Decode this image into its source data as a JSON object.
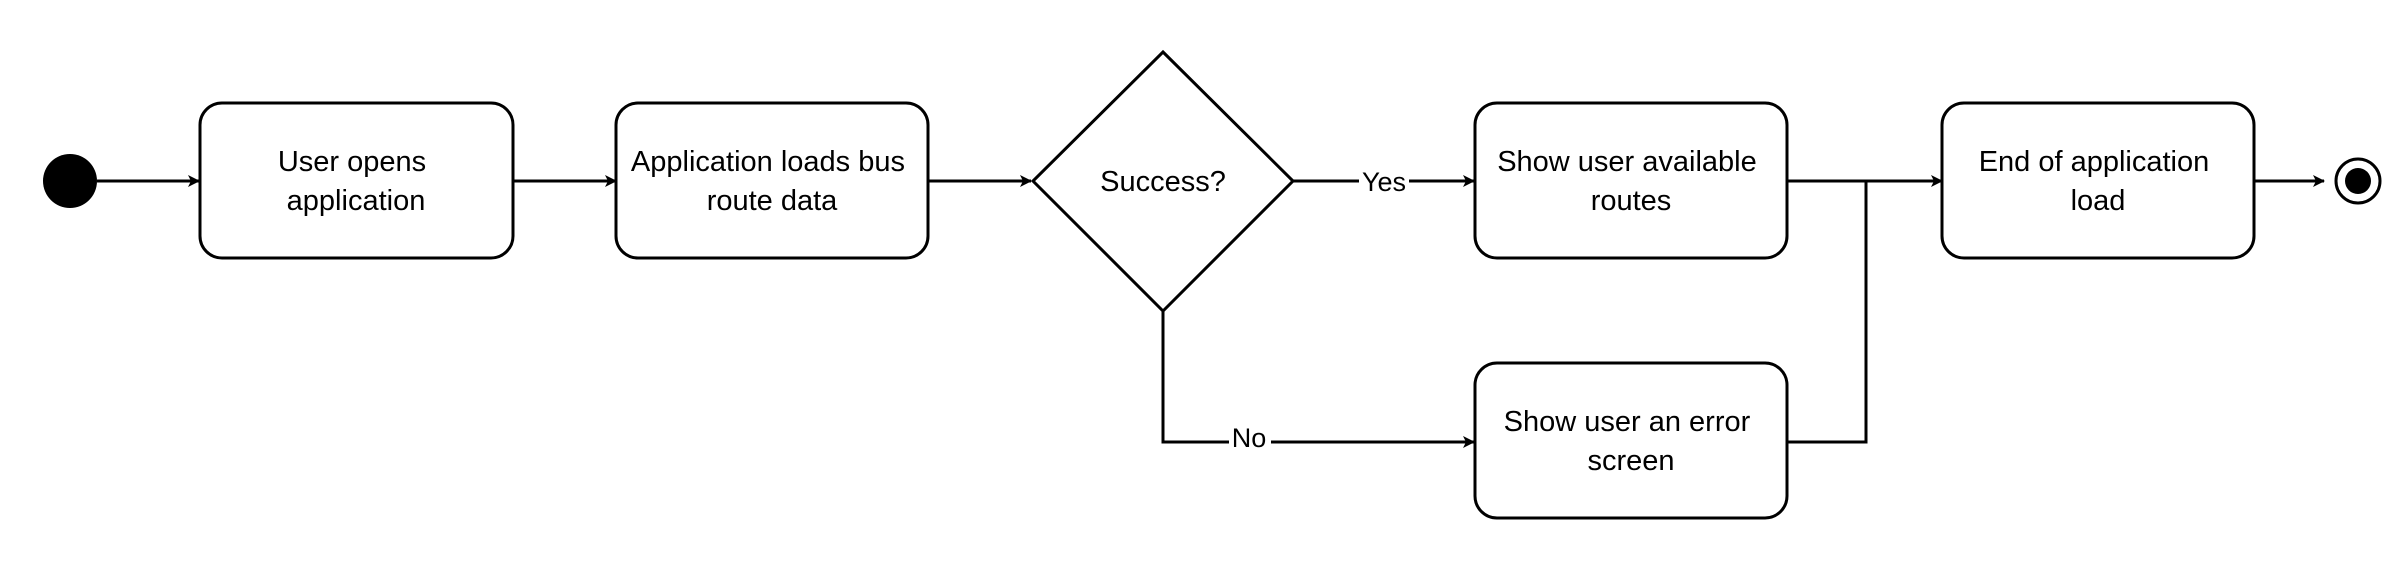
{
  "diagram": {
    "type": "activity-flowchart",
    "nodes": {
      "user_opens": {
        "line1": "User opens",
        "line2": "application"
      },
      "loads_data": {
        "line1": "Application loads bus",
        "line2": "route data"
      },
      "decision": {
        "label": "Success?"
      },
      "show_routes": {
        "line1": "Show user available",
        "line2": "routes"
      },
      "show_error": {
        "line1": "Show user an error",
        "line2": "screen"
      },
      "end_load": {
        "line1": "End of application",
        "line2": "load"
      }
    },
    "edges": {
      "yes_label": "Yes",
      "no_label": "No"
    },
    "colors": {
      "stroke": "#000000",
      "fill": "#ffffff",
      "start_node": "#000000"
    }
  }
}
